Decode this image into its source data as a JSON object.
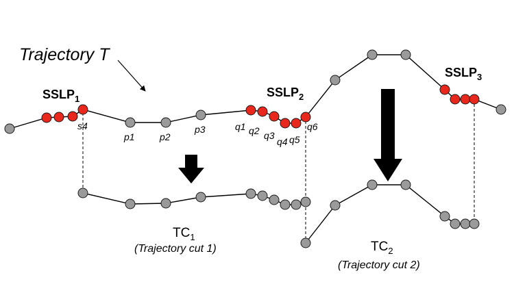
{
  "title": "Trajectory T",
  "sslp_labels": [
    {
      "base": "SSLP",
      "sub": "1"
    },
    {
      "base": "SSLP",
      "sub": "2"
    },
    {
      "base": "SSLP",
      "sub": "3"
    }
  ],
  "point_labels": [
    "s4",
    "p1",
    "p2",
    "p3",
    "q1",
    "q2",
    "q3",
    "q4",
    "q5",
    "q6"
  ],
  "cuts": [
    {
      "base": "TC",
      "sub": "1",
      "caption": "(Trajectory cut 1)"
    },
    {
      "base": "TC",
      "sub": "2",
      "caption": "(Trajectory cut 2)"
    }
  ],
  "colors": {
    "point_normal": "#9a9a9a",
    "point_sslp": "#e8281c",
    "line": "#000000",
    "arrow": "#000000"
  }
}
